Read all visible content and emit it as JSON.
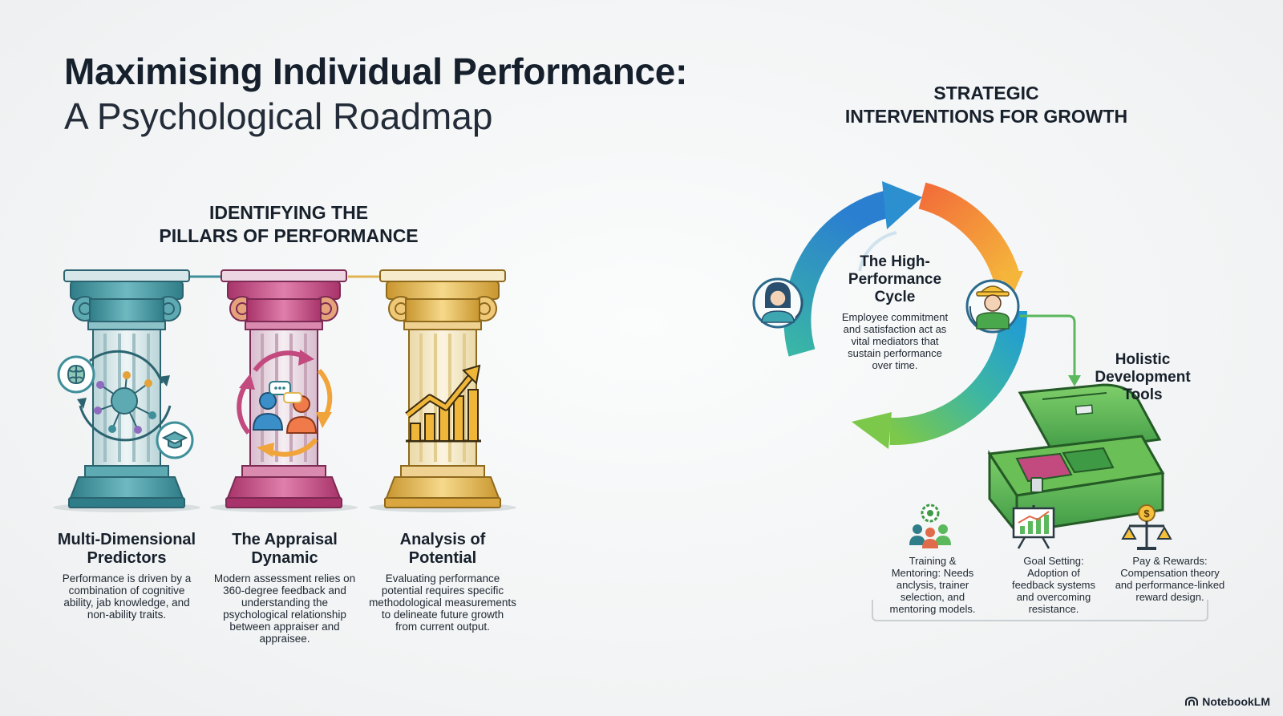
{
  "title": {
    "line1": "Maximising Individual Performance:",
    "line2": "A Psychological Roadmap"
  },
  "pillars_section": {
    "heading_line1": "IDENTIFYING THE",
    "heading_line2": "PILLARS OF PERFORMANCE",
    "pillars": [
      {
        "title_line1": "Multi-Dimensional",
        "title_line2": "Predictors",
        "desc": [
          "Performance is driven by a",
          "combination of cognitive",
          "ability, jab knowledge, and",
          "non-ability traits."
        ],
        "color": "#3f8f9a",
        "icon": "brain-network-icon"
      },
      {
        "title_line1": "The Appraisal",
        "title_line2": "Dynamic",
        "desc": [
          "Modern assessment relies on",
          "360-degree feedback and",
          "understanding the",
          "psychological relationship",
          "between appraiser and",
          "appraisee."
        ],
        "color": "#c24a7e",
        "icon": "feedback-cycle-icon"
      },
      {
        "title_line1": "Analysis of",
        "title_line2": "Potential",
        "desc": [
          "Evaluating performance",
          "potential requires specific",
          "methodological measurements",
          "to delineate future growth",
          "from current output."
        ],
        "color": "#e0b552",
        "icon": "growth-chart-icon"
      }
    ]
  },
  "interventions_section": {
    "heading_line1": "STRATEGIC",
    "heading_line2": "INTERVENTIONS FOR GROWTH",
    "cycle": {
      "title_line1": "The High-",
      "title_line2": "Performance",
      "title_line3": "Cycle",
      "desc": [
        "Employee commitment",
        "and satisfaction act as",
        "vital mediators that",
        "sustain performance",
        "over time."
      ]
    },
    "toolbox": {
      "title_line1": "Holistic",
      "title_line2": "Development",
      "title_line3": "Tools"
    },
    "tools": [
      {
        "desc": [
          "Training &",
          "Mentoring: Needs",
          "anclysis, trainer",
          "selection, and",
          "mentoring models."
        ],
        "icon": "training-team-icon"
      },
      {
        "desc": [
          "Goal Setting:",
          "Adoption of",
          "feedback systems",
          "and overcoming",
          "resistance."
        ],
        "icon": "presentation-chart-icon"
      },
      {
        "desc": [
          "Pay & Rewards:",
          "Compensation theory",
          "and performance-linked",
          "reward design."
        ],
        "icon": "scales-coin-icon"
      }
    ]
  },
  "brand": "NotebookLM",
  "colors": {
    "teal": "#3f8f9a",
    "magenta": "#c24a7e",
    "gold": "#e0b552",
    "blue": "#2f8ccf",
    "orange": "#f08a32",
    "green": "#5cb85c"
  }
}
